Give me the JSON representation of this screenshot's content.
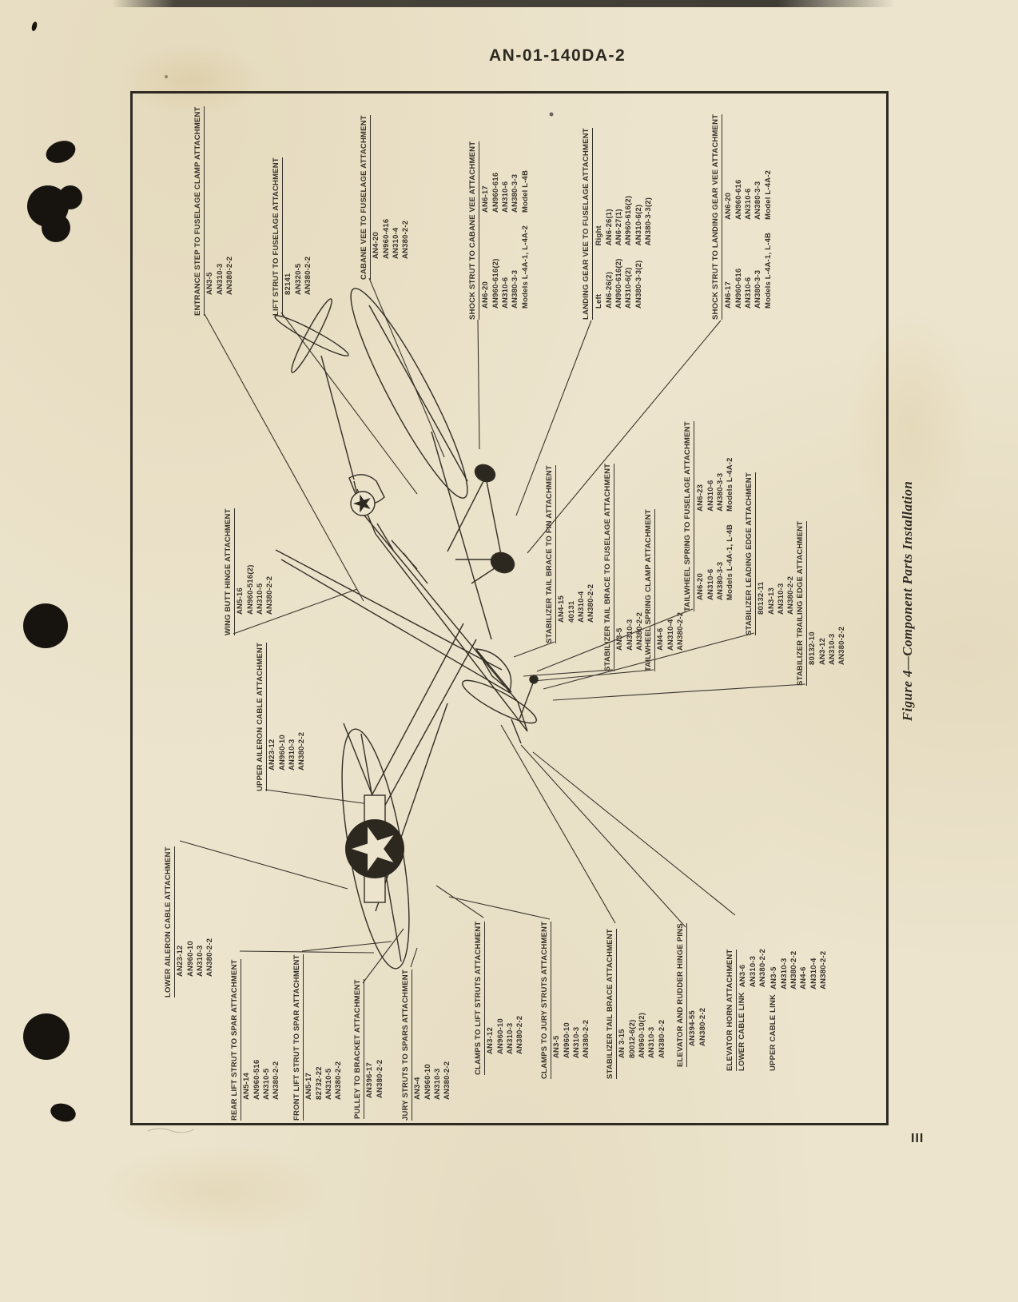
{
  "page": {
    "header": "AN-01-140DA-2",
    "page_number": "III",
    "caption": "Figure 4—Component Parts Installation"
  },
  "colors": {
    "paper": "#ece4cd",
    "ink": "#37322a"
  },
  "labels": {
    "entrance_step": {
      "title": "ENTRANCE STEP TO FUSELAGE CLAMP ATTACHMENT",
      "parts": [
        "AN3-5",
        "AN310-3",
        "AN380-2-2"
      ]
    },
    "lift_strut_fuselage": {
      "title": "LIFT STRUT TO FUSELAGE ATTACHMENT",
      "parts": [
        "82141",
        "AN320-5",
        "AN380-2-2"
      ]
    },
    "cabane_vee": {
      "title": "CABANE VEE TO FUSELAGE ATTACHMENT",
      "parts": [
        "AN4-20",
        "AN960-416",
        "AN310-4",
        "AN380-2-2"
      ]
    },
    "shock_strut_cabane": {
      "title": "SHOCK STRUT TO CABANE VEE ATTACHMENT",
      "col1": [
        "AN6-20",
        "AN960-616(2)",
        "AN310-6",
        "AN380-3-3",
        "Models L-4A-1, L-4A-2"
      ],
      "col2": [
        "AN6-17",
        "AN960-616",
        "AN310-6",
        "AN380-3-3",
        "Model L-4B"
      ]
    },
    "landing_gear_vee": {
      "title": "LANDING GEAR VEE TO FUSELAGE ATTACHMENT",
      "col1": [
        "Left",
        "AN6-26(2)",
        "AN960-616(2)",
        "AN310-6(2)",
        "AN380-3-3(2)"
      ],
      "col2": [
        "Right",
        "AN6-26(1)",
        "AN6-27(1)",
        "AN960-616(2)",
        "AN310-6(2)",
        "AN380-3-3(2)"
      ]
    },
    "shock_strut_landing_gear": {
      "title": "SHOCK STRUT TO LANDING GEAR VEE ATTACHMENT",
      "col1": [
        "AN6-17",
        "AN960-616",
        "AN310-6",
        "AN380-3-3",
        "Models L-4A-1, L-4B"
      ],
      "col2": [
        "AN6-20",
        "AN960-616",
        "AN310-6",
        "AN380-3-3",
        "Model L-4A-2"
      ]
    },
    "wing_butt_hinge": {
      "title": "WING BUTT HINGE ATTACHMENT",
      "parts": [
        "AN5-16",
        "AN960-516(2)",
        "AN310-5",
        "AN380-2-2"
      ]
    },
    "upper_aileron_cable": {
      "title": "UPPER AILERON CABLE ATTACHMENT",
      "parts": [
        "AN23-12",
        "AN960-10",
        "AN310-3",
        "AN380-2-2"
      ]
    },
    "stab_tail_brace_fin": {
      "title": "STABILIZER TAIL BRACE TO FIN ATTACHMENT",
      "parts": [
        "AN4-15",
        "40131",
        "AN310-4",
        "AN380-2-2"
      ]
    },
    "stab_tail_brace_fuselage": {
      "title": "STABILIZER TAIL BRACE TO FUSELAGE ATTACHMENT",
      "parts": [
        "AN3-5",
        "AN310-3",
        "AN380-2-2"
      ]
    },
    "tailwheel_spring_clamp": {
      "title": "TAILWHEEL SPRING CLAMP ATTACHMENT",
      "parts": [
        "AN4-6",
        "AN310-4",
        "AN380-2-2"
      ]
    },
    "tailwheel_spring_fuselage": {
      "title": "TAILWHEEL SPRING TO FUSELAGE ATTACHMENT",
      "col1": [
        "AN6-20",
        "AN310-6",
        "AN380-3-3",
        "Models L-4A-1, L-4B"
      ],
      "col2": [
        "AN6-23",
        "AN310-6",
        "AN380-3-3",
        "Models L-4A-2"
      ]
    },
    "stab_leading_edge": {
      "title": "STABILIZER LEADING EDGE ATTACHMENT",
      "parts": [
        "80132-11",
        "AN3-13",
        "AN310-3",
        "AN380-2-2"
      ]
    },
    "stab_trailing_edge": {
      "title": "STABILIZER TRAILING EDGE ATTACHMENT",
      "parts": [
        "80132-10",
        "AN3-12",
        "AN310-3",
        "AN380-2-2"
      ]
    },
    "lower_aileron_cable": {
      "title": "LOWER AILERON CABLE ATTACHMENT",
      "parts": [
        "AN23-12",
        "AN960-10",
        "AN310-3",
        "AN380-2-2"
      ]
    },
    "rear_lift_strut_spar": {
      "title": "REAR LIFT STRUT TO SPAR ATTACHMENT",
      "parts": [
        "AN5-14",
        "AN960-516",
        "AN310-5",
        "AN380-2-2"
      ]
    },
    "front_lift_strut_spar": {
      "title": "FRONT LIFT STRUT TO SPAR ATTACHMENT",
      "parts": [
        "AN5-17",
        "82732-22",
        "AN310-5",
        "AN380-2-2"
      ]
    },
    "pulley_bracket": {
      "title": "PULLEY TO BRACKET ATTACHMENT",
      "parts": [
        "AN396-17",
        "AN380-2-2"
      ]
    },
    "jury_struts_spars": {
      "title": "JURY STRUTS TO SPARS ATTACHMENT",
      "parts": [
        "AN3-4",
        "AN960-10",
        "AN310-3",
        "AN380-2-2"
      ]
    },
    "clamps_lift_struts": {
      "title": "CLAMPS TO LIFT STRUTS ATTACHMENT",
      "parts": [
        "AN3-12",
        "AN960-10",
        "AN310-3",
        "AN380-2-2"
      ]
    },
    "clamps_jury_struts": {
      "title": "CLAMPS TO JURY STRUTS ATTACHMENT",
      "parts": [
        "AN3-5",
        "AN960-10",
        "AN310-3",
        "AN380-2-2"
      ]
    },
    "stab_tail_brace": {
      "title": "STABILIZER TAIL BRACE ATTACHMENT",
      "parts": [
        "AN 3-15",
        "80012-6(2)",
        "AN960-10(2)",
        "AN310-3",
        "AN380-2-2"
      ]
    },
    "elevator_rudder_hinge_pins": {
      "title": "ELEVATOR AND RUDDER HINGE PINS",
      "parts": [
        "AN394-55",
        "AN380-2-2"
      ]
    },
    "elevator_horn": {
      "title": "ELEVATOR HORN ATTACHMENT",
      "lower_link_label": "LOWER CABLE LINK",
      "lower_link_parts": [
        "AN3-6",
        "AN310-3",
        "AN380-2-2"
      ],
      "upper_link_label": "UPPER CABLE LINK",
      "upper_link_parts": [
        "AN3-5",
        "AN310-3",
        "AN380-2-2",
        "AN4-6",
        "AN310-4",
        "AN380-2-2"
      ]
    }
  }
}
